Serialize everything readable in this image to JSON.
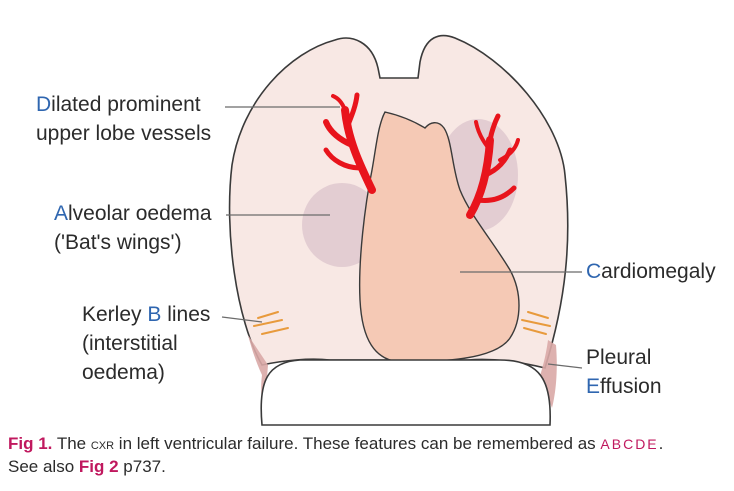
{
  "labels": {
    "dilated": {
      "first": "D",
      "rest": "ilated prominent",
      "line2": "upper lobe vessels"
    },
    "alveolar": {
      "first": "A",
      "rest": "lveolar oedema",
      "line2": "('Bat's wings')"
    },
    "kerley": {
      "pre": "Kerley ",
      "first": "B",
      "rest": " lines",
      "line2": "(interstitial",
      "line3": "oedema)"
    },
    "cardio": {
      "first": "C",
      "rest": "ardiomegaly"
    },
    "pleural": {
      "line1": "Pleural",
      "first": "E",
      "rest": "ffusion"
    }
  },
  "caption": {
    "fig1": "Fig 1.",
    "text_a": " The ",
    "cxr": "CXR",
    "text_b": " in left ventricular failure. These features can be remembered as ",
    "mnemonic": "ABCDE",
    "text_c": ".",
    "line2_a": "See also ",
    "fig2": "Fig 2",
    "line2_b": " p737."
  },
  "colors": {
    "lung_fill": "#f8e8e4",
    "lung_stroke": "#3a3a3a",
    "heart_fill": "#f5c9b5",
    "vessel": "#e8141c",
    "oedema": "#dcc4cc",
    "kerley": "#e89a3c",
    "effusion": "#d9a8a6",
    "label_accent": "#2f66b0",
    "caption_accent": "#c0185e"
  }
}
